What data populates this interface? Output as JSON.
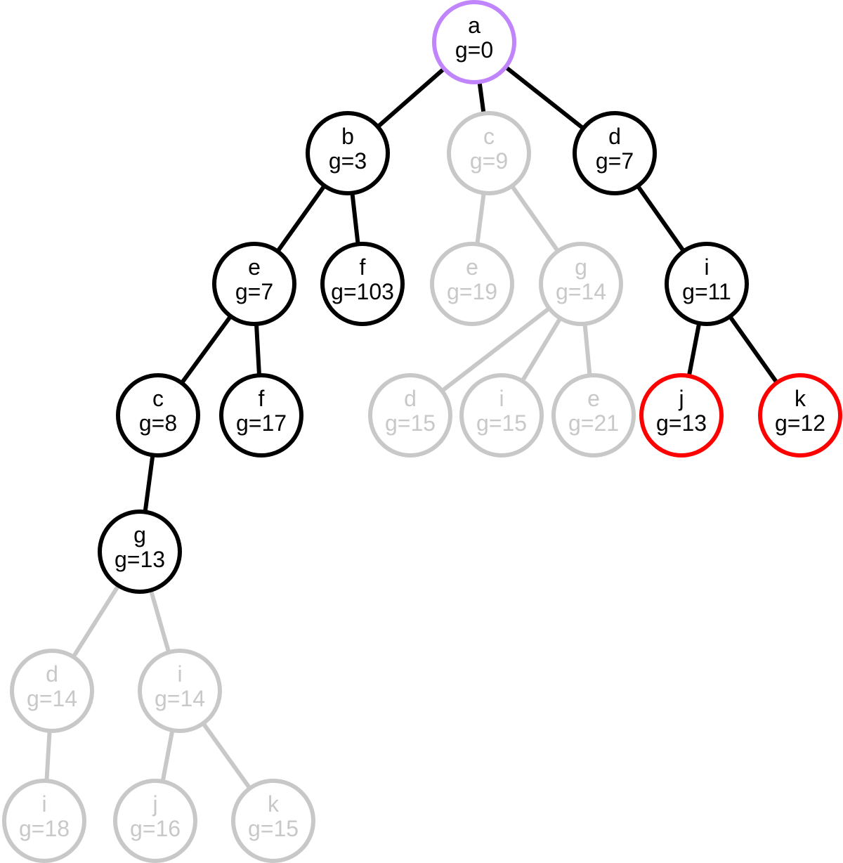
{
  "colors": {
    "explored": "#000000",
    "pruned": "#c8c8c8",
    "root": "#c084fc",
    "frontier": "#ff0000"
  },
  "nodes": [
    {
      "id": "a",
      "label": "a",
      "cost": "g=0",
      "status": "root"
    },
    {
      "id": "b",
      "label": "b",
      "cost": "g=3",
      "status": "explored"
    },
    {
      "id": "c1",
      "label": "c",
      "cost": "g=9",
      "status": "pruned"
    },
    {
      "id": "d1",
      "label": "d",
      "cost": "g=7",
      "status": "explored"
    },
    {
      "id": "e1",
      "label": "e",
      "cost": "g=7",
      "status": "explored"
    },
    {
      "id": "f1",
      "label": "f",
      "cost": "g=103",
      "status": "explored"
    },
    {
      "id": "e2",
      "label": "e",
      "cost": "g=19",
      "status": "pruned"
    },
    {
      "id": "g1",
      "label": "g",
      "cost": "g=14",
      "status": "pruned"
    },
    {
      "id": "i1",
      "label": "i",
      "cost": "g=11",
      "status": "explored"
    },
    {
      "id": "c2",
      "label": "c",
      "cost": "g=8",
      "status": "explored"
    },
    {
      "id": "f2",
      "label": "f",
      "cost": "g=17",
      "status": "explored"
    },
    {
      "id": "d2",
      "label": "d",
      "cost": "g=15",
      "status": "pruned"
    },
    {
      "id": "i2",
      "label": "i",
      "cost": "g=15",
      "status": "pruned"
    },
    {
      "id": "e3",
      "label": "e",
      "cost": "g=21",
      "status": "pruned"
    },
    {
      "id": "j1",
      "label": "j",
      "cost": "g=13",
      "status": "frontier"
    },
    {
      "id": "k1",
      "label": "k",
      "cost": "g=12",
      "status": "frontier"
    },
    {
      "id": "g2",
      "label": "g",
      "cost": "g=13",
      "status": "explored"
    },
    {
      "id": "d3",
      "label": "d",
      "cost": "g=14",
      "status": "pruned"
    },
    {
      "id": "i3",
      "label": "i",
      "cost": "g=14",
      "status": "pruned"
    },
    {
      "id": "i4",
      "label": "i",
      "cost": "g=18",
      "status": "pruned"
    },
    {
      "id": "j2",
      "label": "j",
      "cost": "g=16",
      "status": "pruned"
    },
    {
      "id": "k2",
      "label": "k",
      "cost": "g=15",
      "status": "pruned"
    }
  ],
  "edges": [
    {
      "from": "a",
      "to": "b",
      "status": "explored"
    },
    {
      "from": "a",
      "to": "c1",
      "status": "explored"
    },
    {
      "from": "a",
      "to": "d1",
      "status": "explored"
    },
    {
      "from": "b",
      "to": "e1",
      "status": "explored"
    },
    {
      "from": "b",
      "to": "f1",
      "status": "explored"
    },
    {
      "from": "c1",
      "to": "e2",
      "status": "pruned"
    },
    {
      "from": "c1",
      "to": "g1",
      "status": "pruned"
    },
    {
      "from": "d1",
      "to": "i1",
      "status": "explored"
    },
    {
      "from": "e1",
      "to": "c2",
      "status": "explored"
    },
    {
      "from": "e1",
      "to": "f2",
      "status": "explored"
    },
    {
      "from": "g1",
      "to": "d2",
      "status": "pruned"
    },
    {
      "from": "g1",
      "to": "i2",
      "status": "pruned"
    },
    {
      "from": "g1",
      "to": "e3",
      "status": "pruned"
    },
    {
      "from": "i1",
      "to": "j1",
      "status": "explored"
    },
    {
      "from": "i1",
      "to": "k1",
      "status": "explored"
    },
    {
      "from": "c2",
      "to": "g2",
      "status": "explored"
    },
    {
      "from": "g2",
      "to": "d3",
      "status": "pruned"
    },
    {
      "from": "g2",
      "to": "i3",
      "status": "pruned"
    },
    {
      "from": "d3",
      "to": "i4",
      "status": "pruned"
    },
    {
      "from": "i3",
      "to": "j2",
      "status": "pruned"
    },
    {
      "from": "i3",
      "to": "k2",
      "status": "pruned"
    }
  ]
}
